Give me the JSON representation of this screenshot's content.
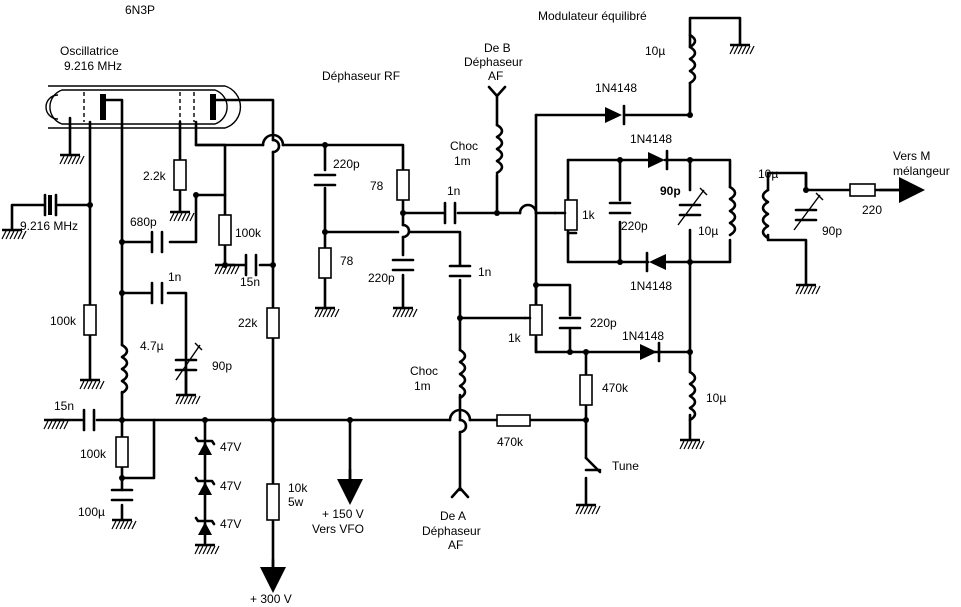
{
  "tube": "6N3P",
  "oscillator": {
    "title": "Oscillatrice",
    "freq": "9.216 MHz"
  },
  "crystal_label": "9.216 MHz",
  "rf_phase_title": "Déphaseur RF",
  "modulator_title": "Modulateur équilibré",
  "af_b": {
    "l1": "De B",
    "l2": "Déphaseur",
    "l3": "AF"
  },
  "af_a": {
    "l1": "De A",
    "l2": "Déphaseur",
    "l3": "AF"
  },
  "mixer": {
    "l1": "Vers M",
    "l2": "mélangeur"
  },
  "vfo": {
    "l1": "+ 150 V",
    "l2": "Vers VFO"
  },
  "supply": "+ 300 V",
  "tune": "Tune",
  "labels": {
    "r_2k2": "2.2k",
    "c_680p": "680p",
    "r_100k_a": "100k",
    "c_15n_a": "15n",
    "c_1n_a": "1n",
    "r_100k_b": "100k",
    "l_4u7": "4.7µ",
    "c_90p_a": "90p",
    "r_22k": "22k",
    "c_15n_b": "15n",
    "r_100k_c": "100k",
    "c_100u": "100µ",
    "z1": "47V",
    "z2": "47V",
    "z3": "47V",
    "r_10k": "10k",
    "r_10k_w": "5w",
    "c_220p_a": "220p",
    "r_78_a": "78",
    "r_78_b": "78",
    "c_220p_b": "220p",
    "c_1n_b": "1n",
    "c_1n_c": "1n",
    "choc_a1": "Choc",
    "choc_a2": "1m",
    "choc_b1": "Choc",
    "choc_b2": "1m",
    "r_470k_a": "470k",
    "r_1k_a": "1k",
    "r_1k_b": "1k",
    "c_220p_c": "220p",
    "c_220p_d": "220p",
    "d1": "1N4148",
    "d2": "1N4148",
    "d3": "1N4148",
    "d4": "1N4148",
    "c_90p_b": "90p",
    "l_10u_a": "10µ",
    "l_10u_b": "10µ",
    "l_10u_c": "10µ",
    "l_10u_d": "10µ",
    "c_90p_c": "90p",
    "r_220": "220",
    "r_470k_b": "470k"
  }
}
